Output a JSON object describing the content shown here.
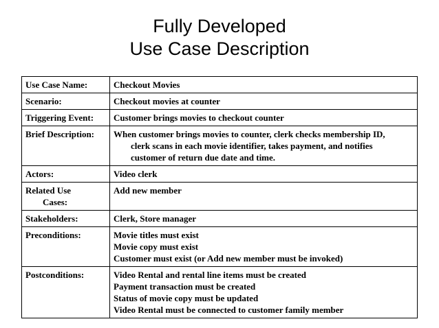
{
  "title": {
    "line1": "Fully Developed",
    "line2": "Use Case Description"
  },
  "rows": [
    {
      "label": [
        "Use Case Name:"
      ],
      "value": [
        {
          "t": "Checkout Movies",
          "i": false
        }
      ]
    },
    {
      "label": [
        "Scenario:"
      ],
      "value": [
        {
          "t": "Checkout movies at counter",
          "i": false
        }
      ]
    },
    {
      "label": [
        "Triggering Event:"
      ],
      "value": [
        {
          "t": "Customer brings movies to checkout counter",
          "i": false
        }
      ]
    },
    {
      "label": [
        "Brief Description:"
      ],
      "value": [
        {
          "t": "When customer brings movies to counter, clerk checks membership ID,",
          "i": false
        },
        {
          "t": "clerk scans in each movie identifier, takes payment, and notifies",
          "i": true
        },
        {
          "t": "customer of return due date and time.",
          "i": true
        }
      ]
    },
    {
      "label": [
        "Actors:"
      ],
      "value": [
        {
          "t": "Video clerk",
          "i": false
        }
      ]
    },
    {
      "label": [
        "Related Use",
        "Cases:"
      ],
      "value": [
        {
          "t": "Add new member",
          "i": false
        }
      ]
    },
    {
      "label": [
        "Stakeholders:"
      ],
      "value": [
        {
          "t": "Clerk, Store manager",
          "i": false
        }
      ]
    },
    {
      "label": [
        "Preconditions:"
      ],
      "value": [
        {
          "t": "Movie titles must exist",
          "i": false
        },
        {
          "t": "Movie copy must exist",
          "i": false
        },
        {
          "t": "Customer must exist (or Add new member must be invoked)",
          "i": false
        }
      ]
    },
    {
      "label": [
        "Postconditions:"
      ],
      "value": [
        {
          "t": "Video Rental and rental line items must be created",
          "i": false
        },
        {
          "t": "Payment transaction must be created",
          "i": false
        },
        {
          "t": "Status of movie copy must be updated",
          "i": false
        },
        {
          "t": "Video Rental must be connected to customer family member",
          "i": false
        }
      ]
    }
  ]
}
